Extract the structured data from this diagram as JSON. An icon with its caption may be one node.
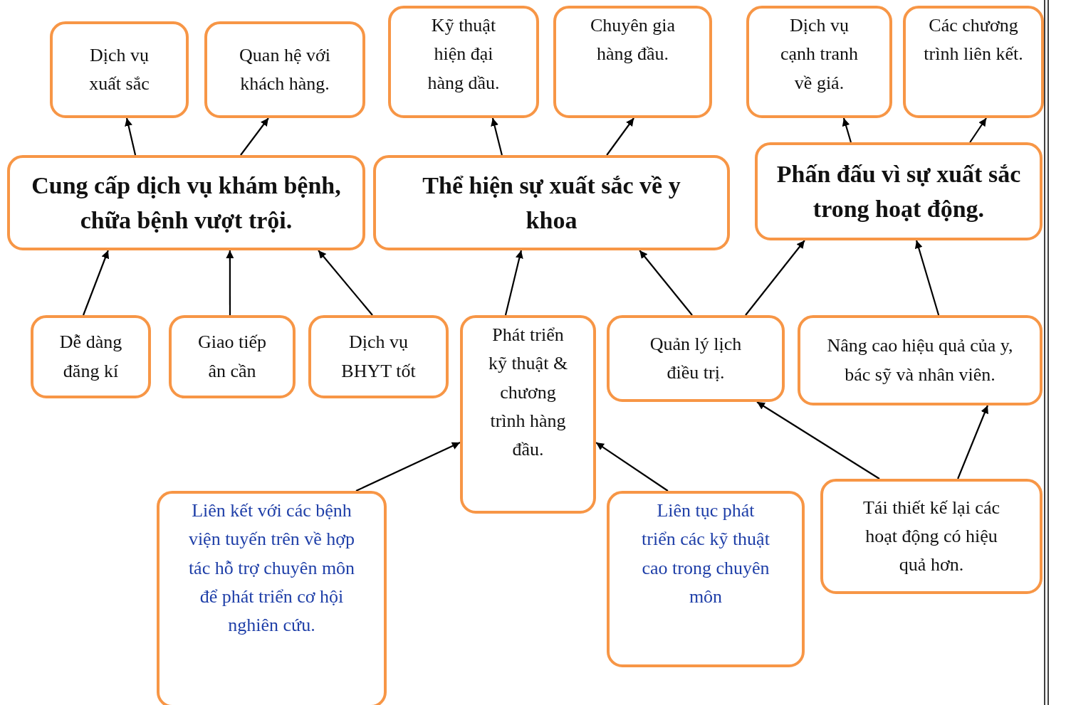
{
  "diagram": {
    "nodes": [
      {
        "text": [
          "Dịch vụ xuất sắc"
        ]
      },
      {
        "text": [
          "Quan hệ với khách hàng."
        ]
      },
      {
        "text": [
          "Kỹ thuật hiện đại hàng dầu."
        ]
      },
      {
        "text": [
          "Chuyên gia hàng đầu."
        ]
      },
      {
        "text": [
          "Dịch vụ cạnh tranh về giá."
        ]
      },
      {
        "text": [
          "Các chương trình liên kết."
        ]
      },
      {
        "text": [
          "Cung cấp dịch vụ khám bệnh, chữa bệnh vượt trội."
        ]
      },
      {
        "text": [
          "Thể hiện sự xuất sắc về y khoa"
        ]
      },
      {
        "text": [
          "Phấn đấu vì sự xuất sắc trong hoạt động."
        ]
      },
      {
        "text": [
          "Dễ dàng đăng kí"
        ]
      },
      {
        "text": [
          "Giao tiếp ân cần"
        ]
      },
      {
        "text": [
          "Dịch vụ BHYT tốt"
        ]
      },
      {
        "text": [
          "Phát triển kỹ thuật & chương trình hàng đầu."
        ]
      },
      {
        "text": [
          "Quản lý lịch điều trị."
        ]
      },
      {
        "text": [
          "Nâng cao hiệu quả của y, bác sỹ và nhân viên."
        ]
      },
      {
        "text": [
          "Liên kết với các bệnh viện tuyến trên về hợp tác hỗ trợ chuyên môn để phát triển cơ hội nghiên cứu."
        ]
      },
      {
        "text": [
          "Liên tục phát triển các kỹ thuật cao trong chuyên môn"
        ]
      },
      {
        "text": [
          "Tái thiết kế lại các hoạt động có hiệu quả hơn."
        ]
      }
    ],
    "edges": [
      {
        "from": 6,
        "to": 0,
        "arrow": "to"
      },
      {
        "from": 6,
        "to": 1,
        "arrow": "to"
      },
      {
        "from": 7,
        "to": 2,
        "arrow": "to"
      },
      {
        "from": 7,
        "to": 3,
        "arrow": "to"
      },
      {
        "from": 8,
        "to": 4,
        "arrow": "to"
      },
      {
        "from": 8,
        "to": 5,
        "arrow": "to"
      },
      {
        "from": 9,
        "to": 6,
        "arrow": "to"
      },
      {
        "from": 10,
        "to": 6,
        "arrow": "to"
      },
      {
        "from": 11,
        "to": 6,
        "arrow": "to"
      },
      {
        "from": 12,
        "to": 7,
        "arrow": "to"
      },
      {
        "from": 13,
        "to": 7,
        "arrow": "to"
      },
      {
        "from": 13,
        "to": 8,
        "arrow": "to"
      },
      {
        "from": 14,
        "to": 8,
        "arrow": "to"
      },
      {
        "from": 15,
        "to": 12,
        "arrow": "to"
      },
      {
        "from": 16,
        "to": 12,
        "arrow": "to"
      },
      {
        "from": 17,
        "to": 13,
        "arrow": "to"
      },
      {
        "from": 17,
        "to": 14,
        "arrow": "to"
      }
    ]
  }
}
